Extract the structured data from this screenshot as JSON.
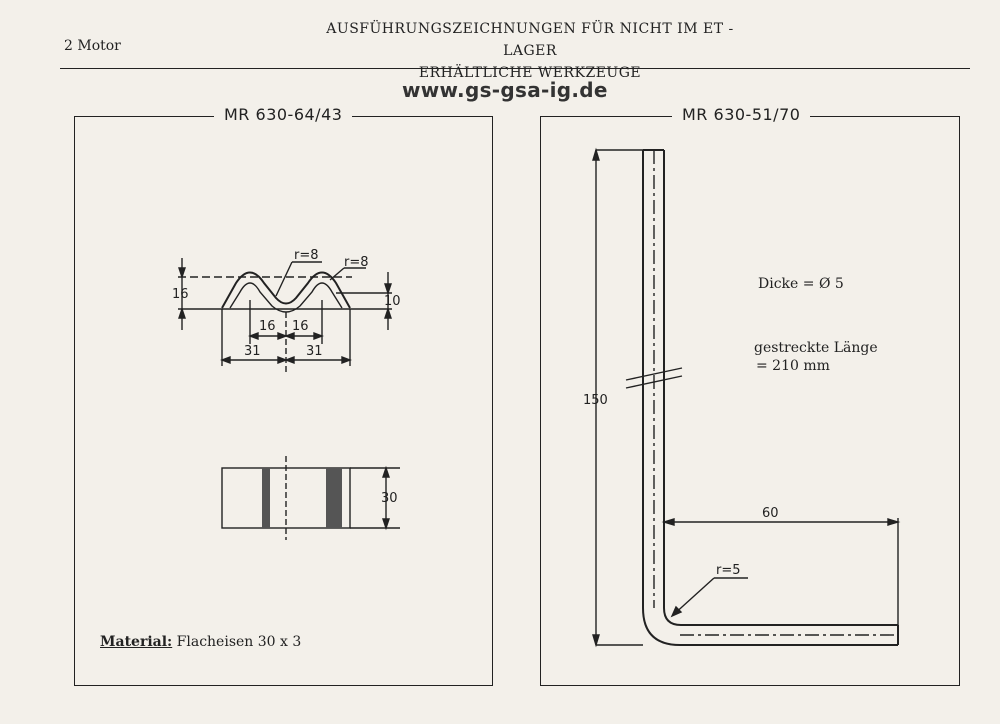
{
  "header": {
    "title_line1": "AUSFÜHRUNGSZEICHNUNGEN FÜR NICHT IM ET - LAGER",
    "title_line2": "ERHÄLTLICHE WERKZEUGE",
    "section": "2 Motor",
    "watermark": "www.gs-gsa-ig.de"
  },
  "left_drawing": {
    "title": "MR 630-64/43",
    "dims": {
      "height_total": "16",
      "height_inner": "10",
      "radius_a": "r=8",
      "radius_b": "r=8",
      "pitch_left": "16",
      "pitch_right": "16",
      "half_left": "31",
      "half_right": "31",
      "width": "30"
    },
    "material_label": "Material:",
    "material_value": "Flacheisen 30 x 3"
  },
  "right_drawing": {
    "title": "MR 630-51/70",
    "dims": {
      "length_vertical": "150",
      "length_horizontal": "60",
      "radius": "r=5"
    },
    "note_thickness": "Dicke = Ø 5",
    "note_length_line1": "gestreckte Länge",
    "note_length_line2": "= 210 mm"
  }
}
